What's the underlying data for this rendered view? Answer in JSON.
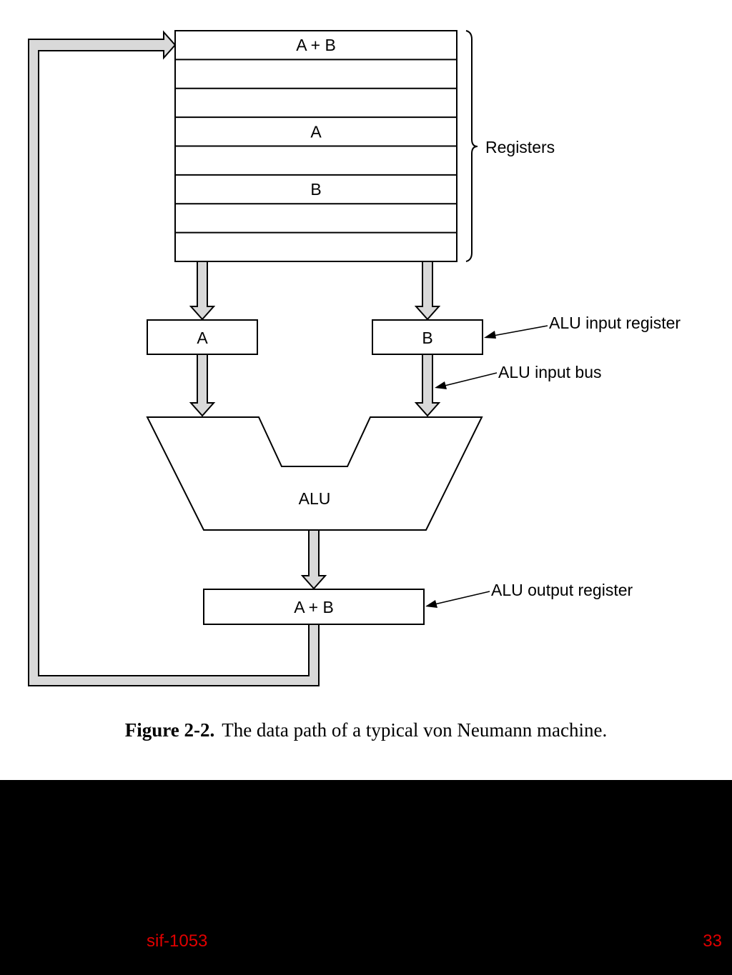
{
  "diagram": {
    "registers": [
      "A + B",
      "",
      "",
      "A",
      "",
      "B",
      "",
      ""
    ],
    "registers_label": "Registers",
    "input_register_a": "A",
    "input_register_b": "B",
    "alu": "ALU",
    "output_register": "A + B",
    "labels": {
      "alu_input_register": "ALU input register",
      "alu_input_bus": "ALU input bus",
      "alu_output_register": "ALU output register"
    }
  },
  "caption": {
    "figure_number": "Figure 2-2.",
    "text": "The data path of a typical von Neumann machine."
  },
  "footer": {
    "course": "sif-1053",
    "page": "33"
  },
  "colors": {
    "bus_fill": "#d9d9d9",
    "stroke": "#000000",
    "footer_bg": "#000000",
    "footer_text": "#e00000"
  }
}
